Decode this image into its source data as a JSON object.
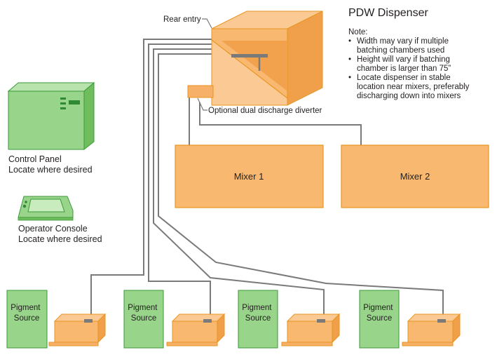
{
  "title": "PDW Dispenser",
  "note": {
    "heading": "Note:",
    "bullets": [
      [
        "Width may vary if multiple",
        "batching chambers used"
      ],
      [
        "Height will vary if batching",
        "chamber is larger than 75”"
      ],
      [
        "Locate dispenser in stable",
        "location near mixers, preferably",
        "discharging down into mixers"
      ]
    ]
  },
  "callouts": {
    "rear_entry": "Rear entry",
    "diverter": "Optional dual discharge diverter"
  },
  "control_panel": {
    "lines": [
      "Control Panel",
      "Locate where desired"
    ]
  },
  "operator_console": {
    "lines": [
      "Operator Console",
      "Locate where desired"
    ]
  },
  "mixers": [
    "Mixer 1",
    "Mixer 2"
  ],
  "pigment_sources": [
    [
      "Pigment",
      "Source"
    ],
    [
      "Pigment",
      "Source"
    ],
    [
      "Pigment",
      "Source"
    ],
    [
      "Pigment",
      "Source"
    ]
  ],
  "colors": {
    "orange_fill": "#f8b870",
    "orange_front": "#f6b067",
    "orange_dark": "#f0a04a",
    "orange_stroke": "#e8951f",
    "green_fill": "#98d48a",
    "green_dark": "#6fbd5c",
    "green_stroke": "#3b9a3a",
    "line_gray": "#7a7a7a",
    "text": "#231f20"
  }
}
